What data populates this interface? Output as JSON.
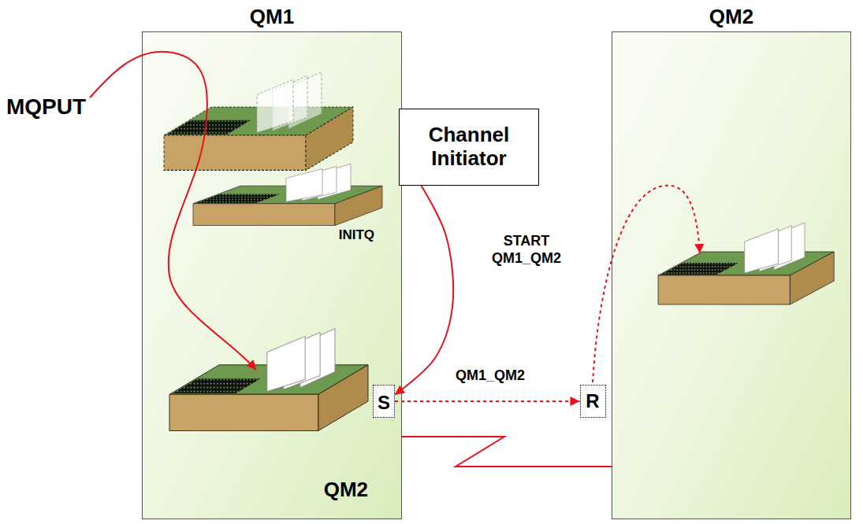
{
  "diagram": {
    "nodes": [
      {
        "text": [
          "QM1"
        ]
      },
      {
        "text": [
          "INITQ"
        ],
        "in": 0
      },
      {
        "text": [
          "QM2"
        ],
        "in": 0
      },
      {
        "text": [
          "S"
        ],
        "in": 0
      },
      {
        "text": [
          "Channel Initiator"
        ]
      },
      {
        "text": [
          "R"
        ]
      },
      {
        "text": [
          "QM2"
        ]
      }
    ],
    "edges": [
      {
        "from": 4,
        "to": 3,
        "label": "START QM1_QM2",
        "arrow": "to"
      },
      {
        "from": 3,
        "to": 5,
        "label": "QM1_QM2",
        "arrow": "to"
      },
      {
        "from": 0,
        "to": 6,
        "arrow": "none"
      }
    ],
    "labels": [
      "MQPUT"
    ]
  }
}
